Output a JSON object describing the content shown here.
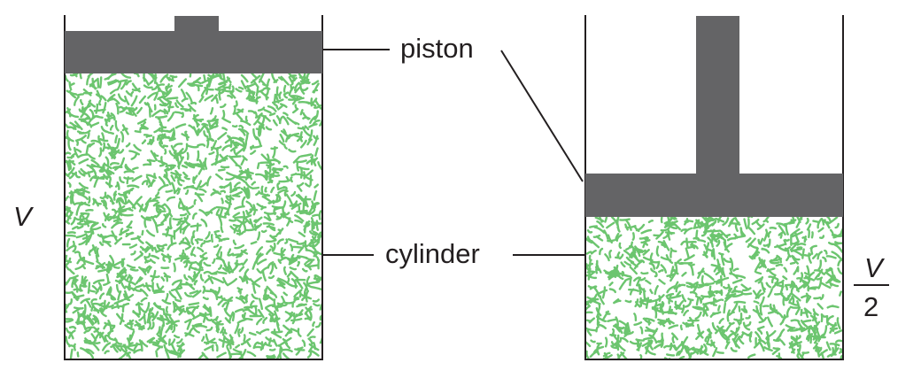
{
  "labels": {
    "piston": "piston",
    "cylinder": "cylinder",
    "volume_left": "V",
    "volume_right_numerator": "V",
    "volume_right_denominator": "2"
  },
  "colors": {
    "piston_fill": "#646466",
    "gas_speckle": "#6cc56f",
    "outline": "#231f20",
    "background": "#ffffff"
  }
}
